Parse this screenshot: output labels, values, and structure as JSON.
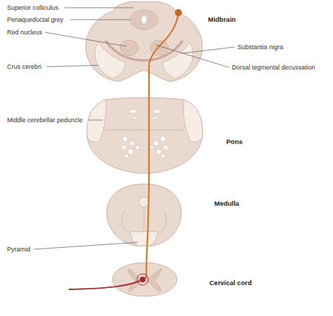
{
  "diagram": {
    "labels": [
      "Superior colliculus",
      "Periaqueductal grey",
      "Red nucleus",
      "Crus cerebri",
      "Midbrain",
      "Substantia nigra",
      "Dorsal tegmental decussation",
      "Middle cerebellar peduncle",
      "Pons",
      "Medulla",
      "Pyramid",
      "Cervical cord"
    ]
  }
}
